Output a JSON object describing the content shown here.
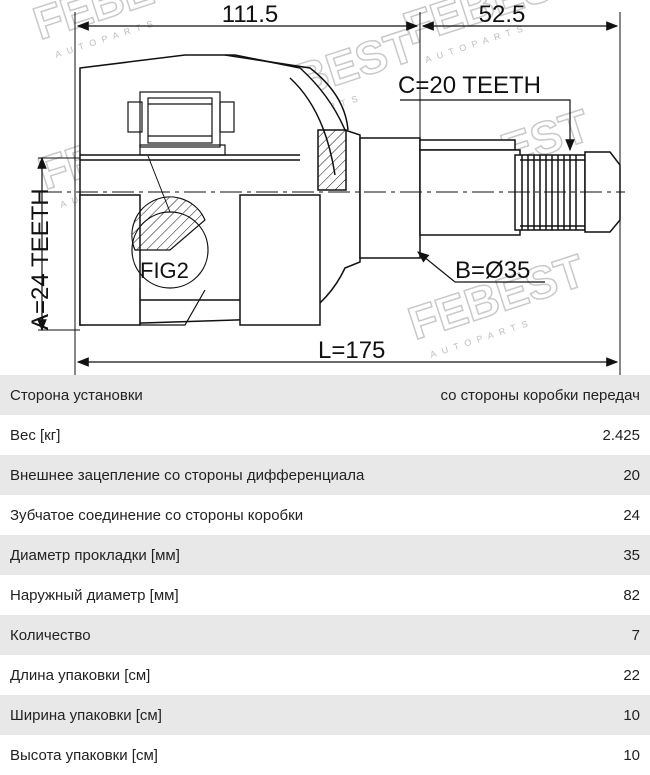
{
  "drawing": {
    "dim_top_left": "111.5",
    "dim_top_right": "52.5",
    "label_c": "C=20 TEETH",
    "label_a": "A=24 TEETH",
    "label_b": "B=Ø35",
    "label_l": "L=175",
    "label_fig": "FIG2",
    "watermark_text": "FEBEST",
    "watermark_sub": "AUTOPARTS"
  },
  "specs": [
    {
      "label": "Сторона установки",
      "value": "со стороны коробки передач"
    },
    {
      "label": "Вес [кг]",
      "value": "2.425"
    },
    {
      "label": "Внешнее зацепление со стороны дифференциала",
      "value": "20"
    },
    {
      "label": "Зубчатое соединение со стороны коробки",
      "value": "24"
    },
    {
      "label": "Диаметр прокладки [мм]",
      "value": "35"
    },
    {
      "label": "Наружный диаметр [мм]",
      "value": "82"
    },
    {
      "label": "Количество",
      "value": "7"
    },
    {
      "label": "Длина упаковки [см]",
      "value": "22"
    },
    {
      "label": "Ширина упаковки [см]",
      "value": "10"
    },
    {
      "label": "Высота упаковки [см]",
      "value": "10"
    }
  ]
}
